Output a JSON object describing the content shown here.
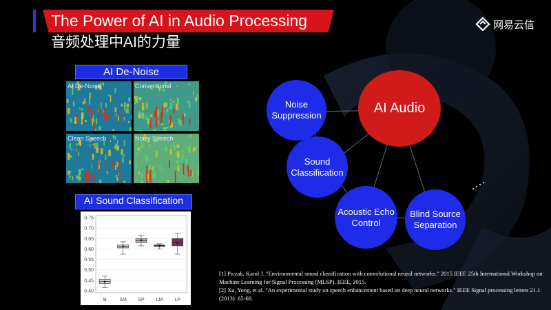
{
  "header": {
    "title": "The Power of AI in Audio Processing",
    "subtitle": "音频处理中AI的力量"
  },
  "logo": {
    "text": "网易云信",
    "icon": "netease-yunxin-logo-icon"
  },
  "denoise": {
    "label": "AI De-Noise",
    "panels": [
      "AI De-Noise",
      "Conventional",
      "Clean Speech",
      "Noisy Speech"
    ]
  },
  "classification": {
    "label": "AI Sound Classification",
    "chart_data": {
      "type": "box",
      "categories": [
        "B",
        "SM",
        "SP",
        "LM",
        "LP"
      ],
      "yticks": [
        "0.75",
        "0.70",
        "0.65",
        "0.60",
        "0.55",
        "0.50",
        "0.45",
        "0.40"
      ],
      "ylim": [
        0.39,
        0.76
      ],
      "boxes": [
        {
          "name": "B",
          "whislo": 0.415,
          "q1": 0.435,
          "med": 0.445,
          "q3": 0.455,
          "whishi": 0.47,
          "mean": 0.443,
          "color": "#d9d9d9"
        },
        {
          "name": "SM",
          "whislo": 0.575,
          "q1": 0.605,
          "med": 0.612,
          "q3": 0.62,
          "whishi": 0.635,
          "mean": 0.612,
          "color": "#e6cfd4"
        },
        {
          "name": "SP",
          "whislo": 0.615,
          "q1": 0.63,
          "med": 0.64,
          "q3": 0.65,
          "whishi": 0.665,
          "mean": 0.642,
          "color": "#c6a9b4"
        },
        {
          "name": "LM",
          "whislo": 0.6,
          "q1": 0.612,
          "med": 0.616,
          "q3": 0.62,
          "whishi": 0.625,
          "mean": 0.615,
          "color": "#8c5c75"
        },
        {
          "name": "LP",
          "whislo": 0.575,
          "q1": 0.615,
          "med": 0.63,
          "q3": 0.65,
          "whishi": 0.675,
          "mean": 0.628,
          "color": "#6a3555"
        }
      ]
    }
  },
  "diagram": {
    "center": "AI Audio",
    "nodes": [
      "Noise Suppression",
      "Sound Classification",
      "Acoustic Echo Control",
      "Blind Source Separation"
    ]
  },
  "references": [
    "[1] Piczak, Karol J. \"Environmental sound classification with convolutional neural networks.\" 2015 IEEE 25th International Workshop on Machine Learning for Signal Processing (MLSP). IEEE, 2015.",
    "[2] Xu, Yong, et al. \"An experimental study on speech enhancement based on deep neural networks.\" IEEE Signal processing letters 21.1 (2013): 65-68."
  ]
}
